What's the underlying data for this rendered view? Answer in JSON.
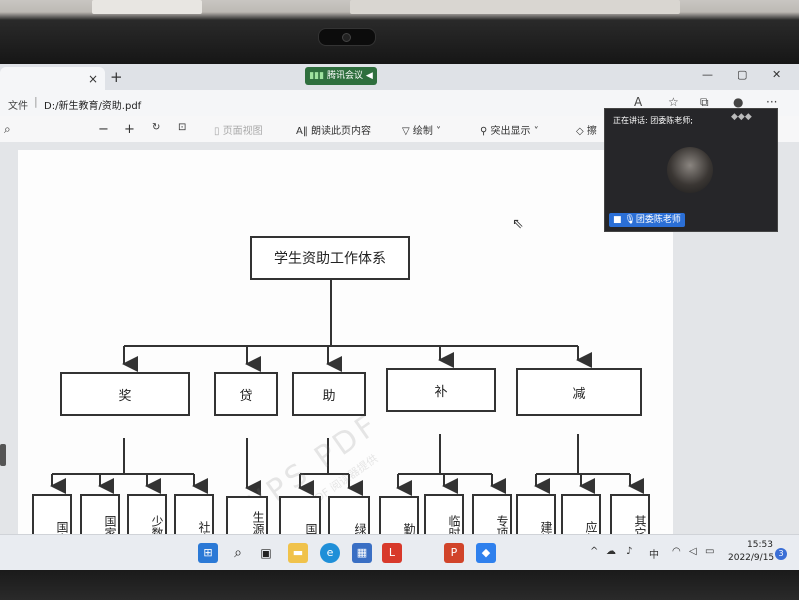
{
  "meeting": {
    "app_label": "腾讯会议"
  },
  "browser": {
    "tab_close": "×",
    "new_tab": "+",
    "file_label": "文件",
    "address": "D:/新生教育/资助.pdf"
  },
  "pdf_toolbar": {
    "page_view": "页面视图",
    "read_aloud": "朗读此页内容",
    "draw": "绘制",
    "highlight": "突出显示",
    "erase": "擦"
  },
  "chart": {
    "root": "学生资助工作体系",
    "categories": [
      "奖",
      "贷",
      "助",
      "补",
      "减"
    ],
    "leaves": {
      "jiang": [
        "国家奖学",
        "国家励志奖",
        "少数民族进",
        "社会奖学"
      ],
      "dai": [
        "生源地信用助"
      ],
      "zhu": [
        "国家助学",
        "绿色通道"
      ],
      "bu": [
        "勤工助学",
        "临时困难补",
        "专项资助活"
      ],
      "jian": [
        "建档立卡",
        "应征入伍",
        "其它特殊情"
      ]
    },
    "watermark": "WPS PDF",
    "watermark_sub": "WPS PDF 阅读器提供"
  },
  "video": {
    "speaking_label": "正在讲话: 团委陈老师;",
    "name": "团委陈老师"
  },
  "taskbar": {
    "chinese_input": "中",
    "time": "15:53",
    "date": "2022/9/15",
    "notifications": "3"
  }
}
